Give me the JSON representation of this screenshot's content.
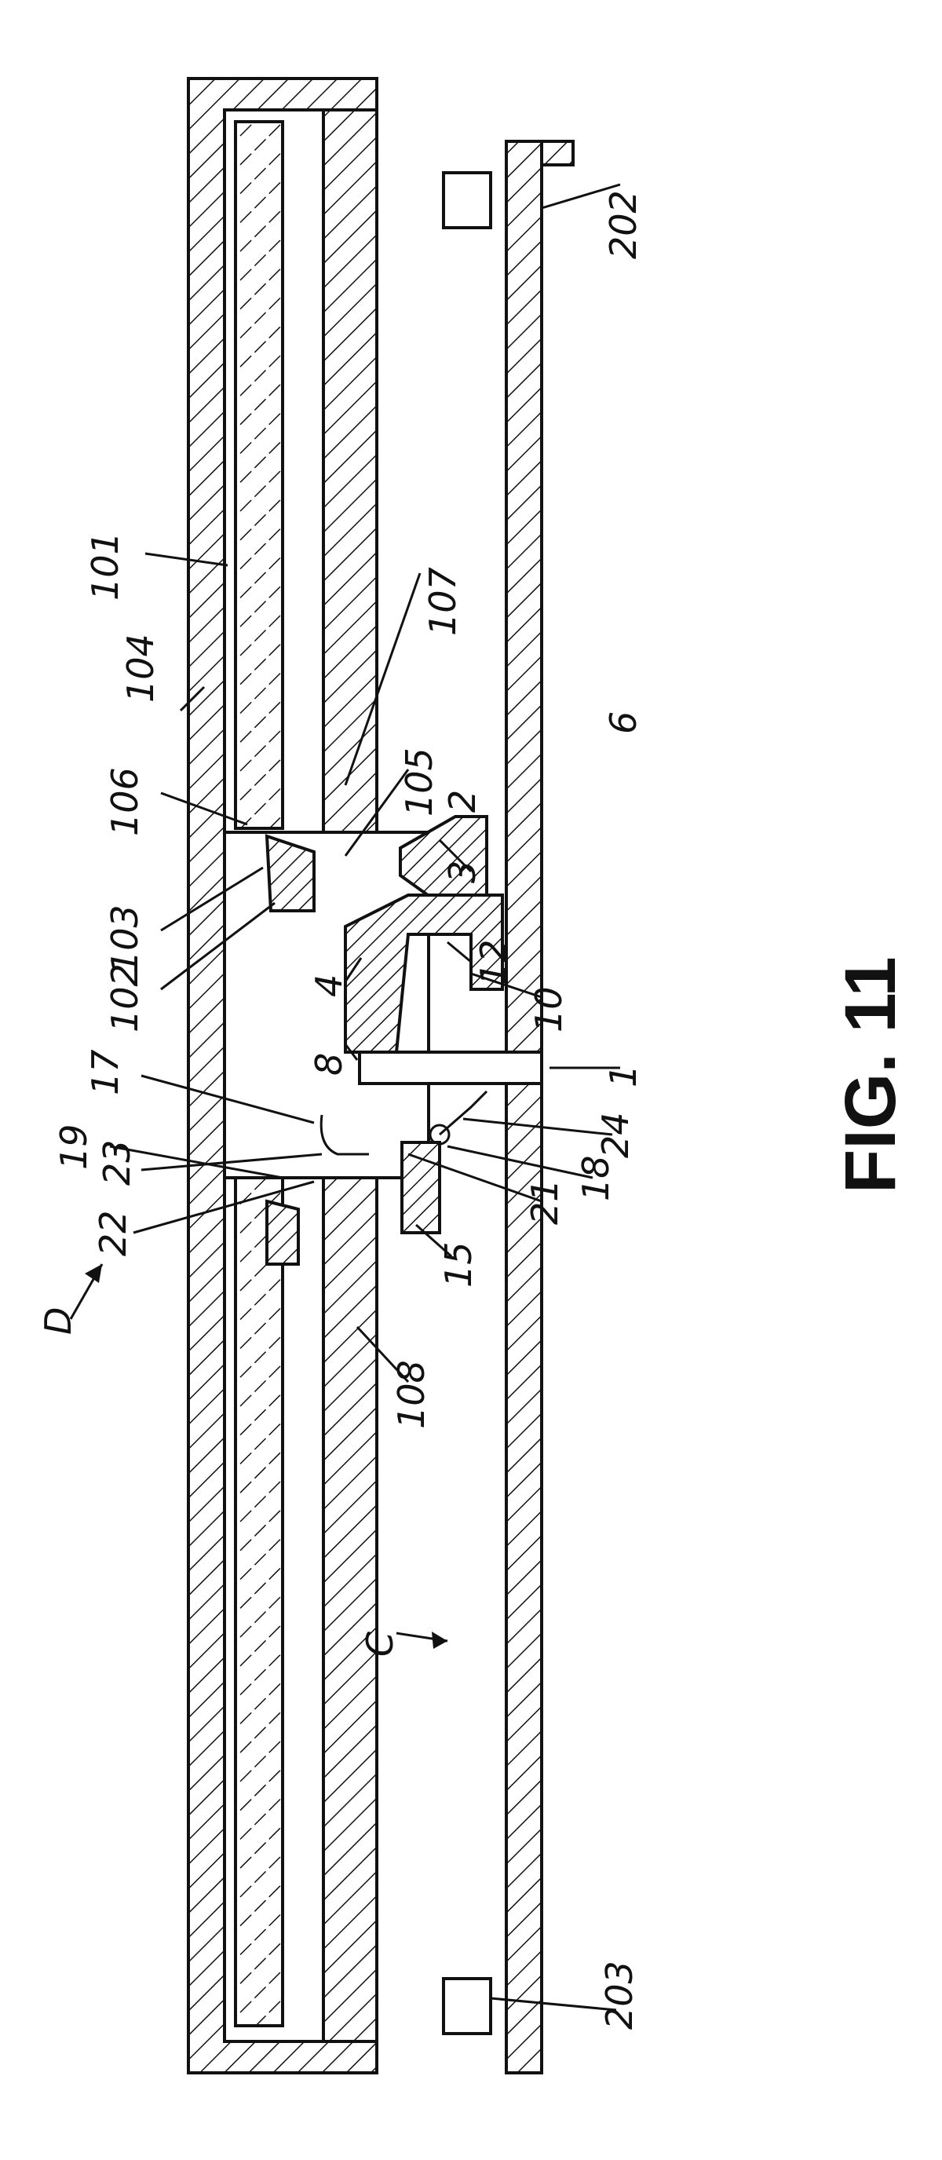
{
  "figure": {
    "caption": "FIG. 11",
    "labels": [
      {
        "id": "101",
        "text": "101"
      },
      {
        "id": "104",
        "text": "104"
      },
      {
        "id": "107",
        "text": "107"
      },
      {
        "id": "106",
        "text": "106"
      },
      {
        "id": "105",
        "text": "105"
      },
      {
        "id": "103",
        "text": "103"
      },
      {
        "id": "102",
        "text": "102"
      },
      {
        "id": "3",
        "text": "3"
      },
      {
        "id": "2",
        "text": "2"
      },
      {
        "id": "12",
        "text": "12"
      },
      {
        "id": "4",
        "text": "4"
      },
      {
        "id": "10",
        "text": "10"
      },
      {
        "id": "8",
        "text": "8"
      },
      {
        "id": "1",
        "text": "1"
      },
      {
        "id": "17",
        "text": "17"
      },
      {
        "id": "19",
        "text": "19"
      },
      {
        "id": "23",
        "text": "23"
      },
      {
        "id": "24",
        "text": "24"
      },
      {
        "id": "18",
        "text": "18"
      },
      {
        "id": "22",
        "text": "22"
      },
      {
        "id": "21",
        "text": "21"
      },
      {
        "id": "D",
        "text": "D"
      },
      {
        "id": "15",
        "text": "15"
      },
      {
        "id": "108",
        "text": "108"
      },
      {
        "id": "6",
        "text": "6"
      },
      {
        "id": "202",
        "text": "202"
      },
      {
        "id": "C",
        "text": "C"
      },
      {
        "id": "203",
        "text": "203"
      }
    ]
  }
}
